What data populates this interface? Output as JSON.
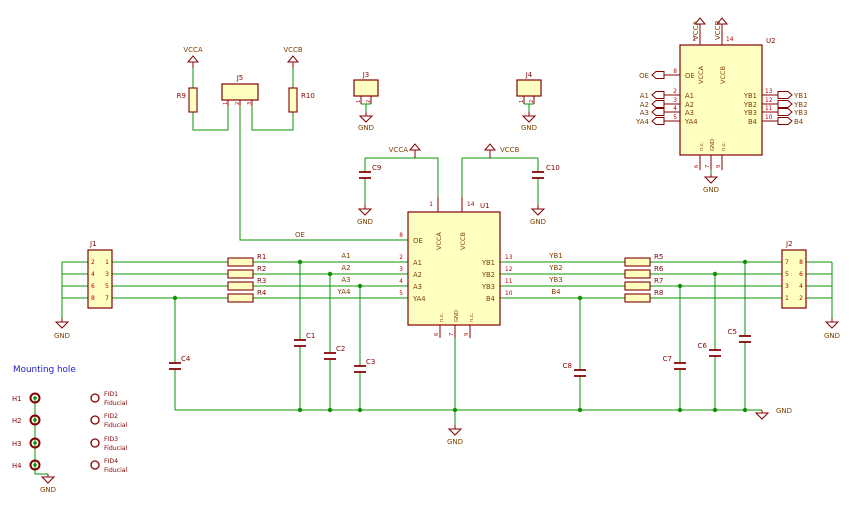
{
  "power": {
    "vcca": "VCCA",
    "vccb": "VCCB",
    "gnd": "GND"
  },
  "nets": {
    "oe": "OE",
    "a1": "A1",
    "a2": "A2",
    "a3": "A3",
    "ya4": "YA4",
    "yb1": "YB1",
    "yb2": "YB2",
    "yb3": "YB3",
    "b4": "B4"
  },
  "pins": {
    "n1": "1",
    "n2": "2",
    "n3": "3",
    "n4": "4",
    "n5": "5",
    "n6": "6",
    "n7": "7",
    "n8": "8",
    "n9": "9",
    "n10": "10",
    "n11": "11",
    "n12": "12",
    "n13": "13",
    "n14": "14",
    "nc": "n.c."
  },
  "refs": {
    "u1": "U1",
    "u2": "U2",
    "j1": "J1",
    "j2": "J2",
    "j3": "J3",
    "j4": "J4",
    "j5": "J5",
    "r1": "R1",
    "r2": "R2",
    "r3": "R3",
    "r4": "R4",
    "r5": "R5",
    "r6": "R6",
    "r7": "R7",
    "r8": "R8",
    "r9": "R9",
    "r10": "R10",
    "c1": "C1",
    "c2": "C2",
    "c3": "C3",
    "c4": "C4",
    "c5": "C5",
    "c6": "C6",
    "c7": "C7",
    "c8": "C8",
    "c9": "C9",
    "c10": "C10",
    "h1": "H1",
    "h2": "H2",
    "h3": "H3",
    "h4": "H4",
    "fid1": "FID1",
    "fid2": "FID2",
    "fid3": "FID3",
    "fid4": "FID4"
  },
  "notes": {
    "mounting_hole": "Mounting hole",
    "fiducial": "Fiducial"
  },
  "colors": {
    "wire": "#0B9400",
    "outline": "#840000",
    "body_fill": "#FFFFC2",
    "pin_number": "#AF0000",
    "label": "#804000",
    "note": "#2020C8"
  }
}
